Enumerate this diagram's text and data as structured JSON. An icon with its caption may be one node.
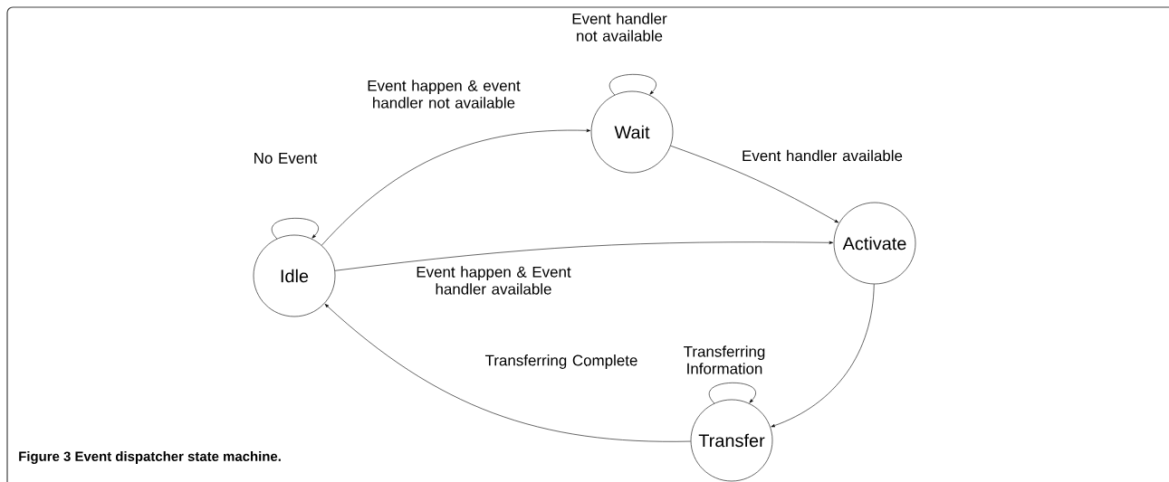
{
  "diagram": {
    "caption": "Figure 3 Event dispatcher state machine.",
    "nodes": [
      {
        "text": [
          "Idle"
        ]
      },
      {
        "text": [
          "Wait"
        ]
      },
      {
        "text": [
          "Activate"
        ]
      },
      {
        "text": [
          "Transfer"
        ]
      }
    ],
    "edges": [
      {
        "from": 0,
        "to": 0,
        "arrow": "to",
        "label": "No Event"
      },
      {
        "from": 0,
        "to": 1,
        "arrow": "to",
        "label": "Event happen & event handler not available"
      },
      {
        "from": 1,
        "to": 1,
        "arrow": "to",
        "label": "Event handler not available"
      },
      {
        "from": 1,
        "to": 2,
        "arrow": "to",
        "label": "Event handler available"
      },
      {
        "from": 0,
        "to": 2,
        "arrow": "to",
        "label": "Event happen & Event handler available"
      },
      {
        "from": 2,
        "to": 3,
        "arrow": "to"
      },
      {
        "from": 3,
        "to": 3,
        "arrow": "to",
        "label": "Transferring Information"
      },
      {
        "from": 3,
        "to": 0,
        "arrow": "to",
        "label": "Transferring Complete"
      }
    ]
  }
}
